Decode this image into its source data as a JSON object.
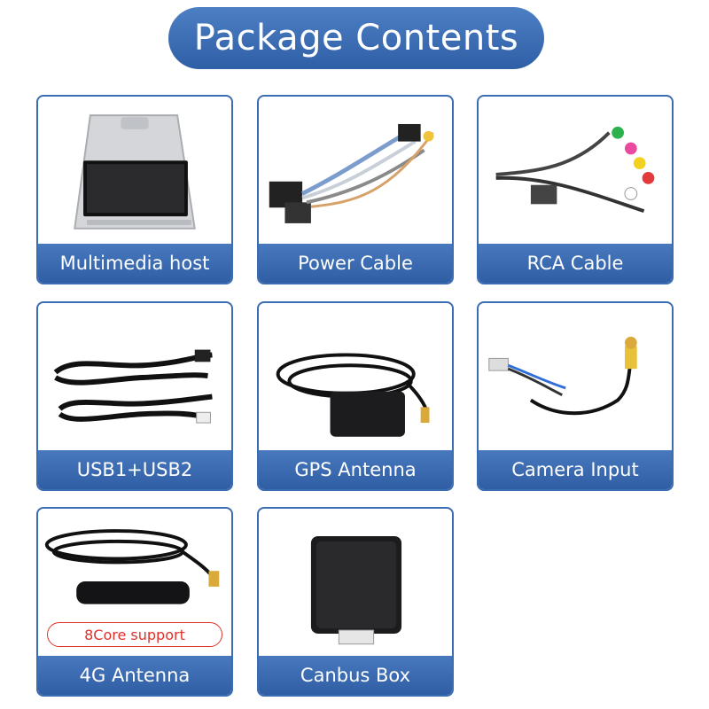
{
  "title": "Package Contents",
  "items": [
    {
      "label": "Multimedia host",
      "icon": "multimedia-host-image"
    },
    {
      "label": "Power Cable",
      "icon": "power-cable-image"
    },
    {
      "label": "RCA Cable",
      "icon": "rca-cable-image"
    },
    {
      "label": "USB1+USB2",
      "icon": "usb-cable-image"
    },
    {
      "label": "GPS Antenna",
      "icon": "gps-antenna-image"
    },
    {
      "label": "Camera Input",
      "icon": "camera-input-image"
    },
    {
      "label": "4G Antenna",
      "icon": "4g-antenna-image",
      "badge": "8Core support"
    },
    {
      "label": "Canbus Box",
      "icon": "canbus-box-image"
    }
  ],
  "colors": {
    "accent": "#3c6db3",
    "badge": "#e0322c"
  }
}
